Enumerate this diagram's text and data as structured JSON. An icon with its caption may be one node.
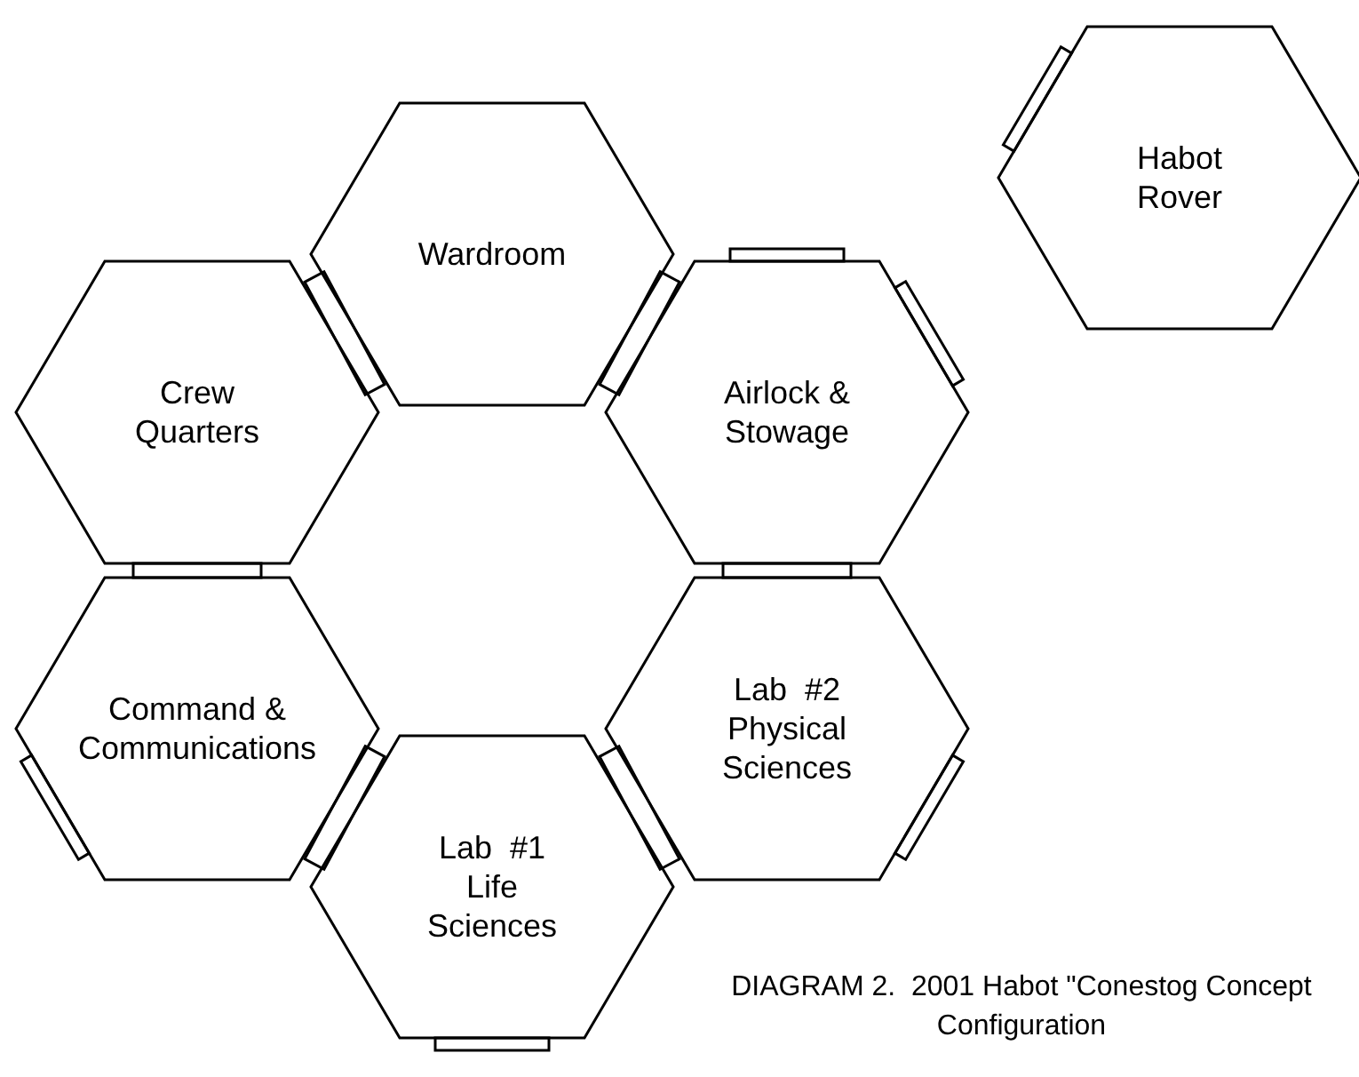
{
  "diagram": {
    "caption": "DIAGRAM 2.  2001 Habot \"Conestog Concept Configuration",
    "nodes": [
      {
        "text": [
          "Wardroom"
        ]
      },
      {
        "text": [
          "Crew Quarters"
        ]
      },
      {
        "text": [
          "Airlock & Stowage"
        ]
      },
      {
        "text": [
          "Command & Communications"
        ]
      },
      {
        "text": [
          "Lab  #2 Physical Sciences"
        ]
      },
      {
        "text": [
          "Lab  #1 Life Sciences"
        ]
      },
      {
        "text": [
          "Habot Rover"
        ]
      }
    ],
    "edges": [
      {
        "from": 1,
        "to": 0,
        "arrow": "none"
      },
      {
        "from": 0,
        "to": 2,
        "arrow": "none"
      },
      {
        "from": 1,
        "to": 3,
        "arrow": "none"
      },
      {
        "from": 2,
        "to": 4,
        "arrow": "none"
      },
      {
        "from": 3,
        "to": 5,
        "arrow": "none"
      },
      {
        "from": 5,
        "to": 4,
        "arrow": "none"
      }
    ]
  }
}
